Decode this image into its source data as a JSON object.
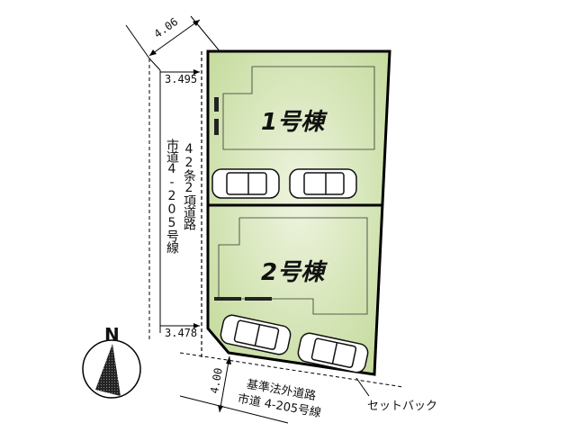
{
  "plan": {
    "lots": [
      {
        "label": "1号棟",
        "fill": "#c9dea3"
      },
      {
        "label": "2号棟",
        "fill": "#c9dea3"
      }
    ],
    "dimensions": {
      "diag_top": "4.06",
      "top_width": "3.495",
      "bottom_width": "3.478",
      "front_road": "4.00"
    },
    "left_road": {
      "line1": "市道 4-205号線",
      "line2": "42条2項道路",
      "col1": "市道4-205号線",
      "col2": "42条2項道路"
    },
    "front_road": {
      "line1": "基準法外道路",
      "line2": "市道 4-205号線"
    },
    "setback_label": "セットバック",
    "compass": {
      "letter": "N"
    },
    "colors": {
      "lot_fill": "#c9dea3",
      "lot_fill_light": "#e6f0d2",
      "outline": "#000000"
    }
  }
}
